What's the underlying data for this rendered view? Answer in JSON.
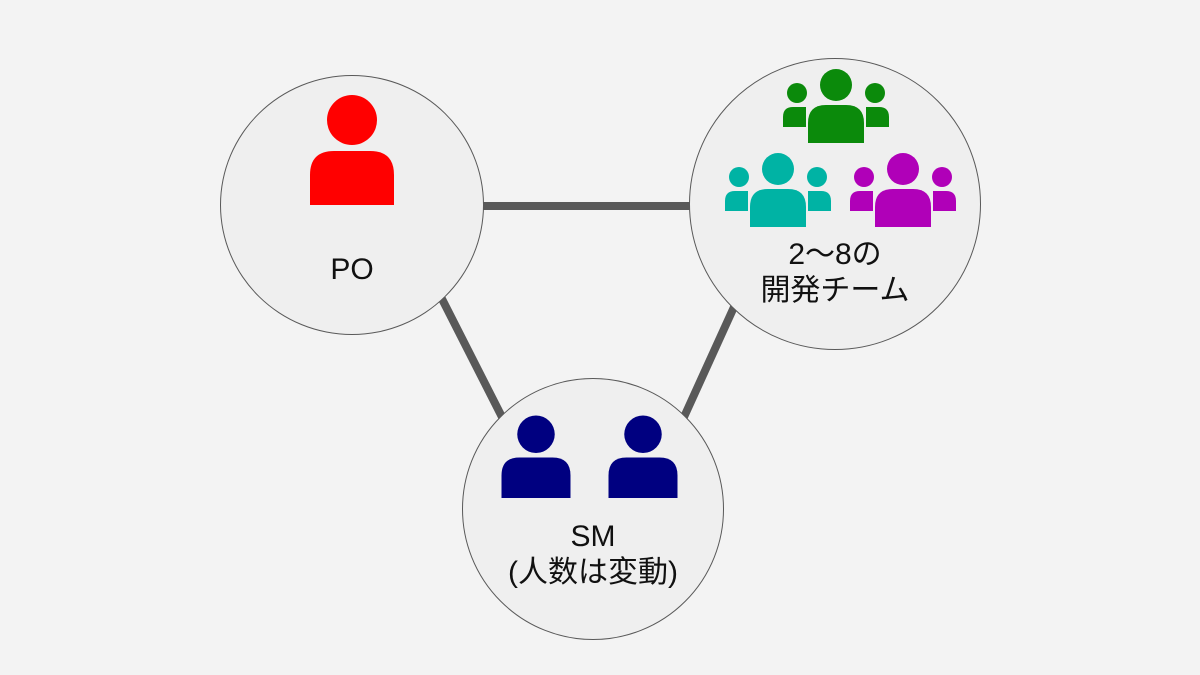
{
  "nodes": {
    "po": {
      "label": "PO",
      "icon": "person-icon",
      "color": "#ff0000"
    },
    "dev_team": {
      "label_line1": "2〜8の",
      "label_line2": "開発チーム",
      "icons": [
        {
          "name": "group-icon",
          "color": "#0b8a0b"
        },
        {
          "name": "group-icon",
          "color": "#00b3a4"
        },
        {
          "name": "group-icon",
          "color": "#b000b8"
        }
      ]
    },
    "sm": {
      "label_line1": "SM",
      "label_line2": "(人数は変動)",
      "icons": [
        {
          "name": "person-icon",
          "color": "#000080"
        },
        {
          "name": "person-icon",
          "color": "#000080"
        }
      ]
    }
  },
  "edges": [
    {
      "from": "PO",
      "to": "開発チーム"
    },
    {
      "from": "PO",
      "to": "SM"
    },
    {
      "from": "開発チーム",
      "to": "SM"
    }
  ],
  "colors": {
    "background": "#f3f3f3",
    "node_fill": "#efefef",
    "node_border": "#595959",
    "connector": "#595959"
  }
}
